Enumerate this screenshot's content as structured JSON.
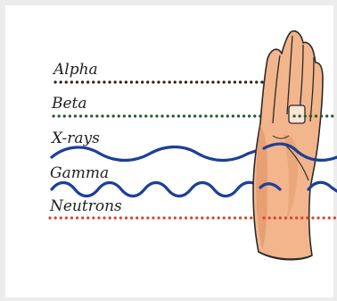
{
  "labels": {
    "alpha": "Alpha",
    "beta": "Beta",
    "xrays": "X-rays",
    "gamma": "Gamma",
    "neutrons": "Neutrons"
  },
  "colors": {
    "alpha": "#2b2217",
    "beta": "#1f5a2e",
    "xrays": "#1c3f9a",
    "gamma": "#1c3f9a",
    "neutrons": "#d2472f",
    "skin": "#f3b58c",
    "skin_shadow": "#e39a6e",
    "outline": "#2a2a2a",
    "background": "#ececec"
  },
  "icons": {
    "hand": "hand-icon"
  }
}
